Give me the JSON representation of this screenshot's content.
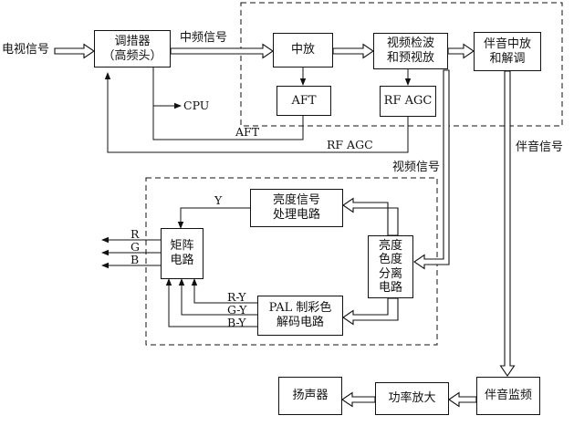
{
  "blocks": {
    "tuner": "调措器\n（高频头）",
    "if_amp": "中放",
    "video_detect": "视频检波\n和预视放",
    "sound_if": "伴音中放\n和解调",
    "aft": "AFT",
    "rf_agc": "RF AGC",
    "luma_proc": "亮度信号\n处理电路",
    "matrix": "矩阵\n电路",
    "luma_chroma_sep": "亮度\n色度\n分离\n电路",
    "pal_decoder": "PAL 制彩色\n解码电路",
    "sound_monitor": "伴音监频",
    "power_amp": "功率放大",
    "speaker": "扬声器"
  },
  "labels": {
    "tv_signal": "电视信号",
    "if_signal": "中频信号",
    "cpu": "CPU",
    "aft_feedback": "AFT",
    "rf_agc_feedback": "RF AGC",
    "video_signal": "视频信号",
    "sound_signal": "伴音信号",
    "y": "Y",
    "r": "R",
    "g": "G",
    "b": "B",
    "r_y": "R-Y",
    "g_y": "G-Y",
    "b_y": "B-Y"
  }
}
